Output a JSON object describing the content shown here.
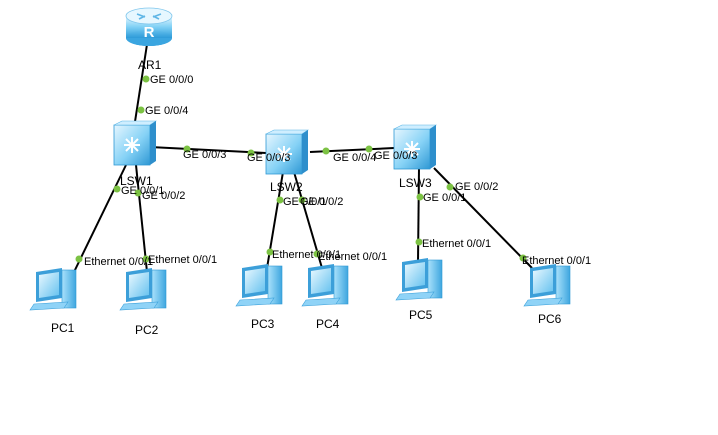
{
  "devices": {
    "ar1": {
      "label": "AR1",
      "icon": "router-icon"
    },
    "lsw1": {
      "label": "LSW1",
      "icon": "switch-icon"
    },
    "lsw2": {
      "label": "LSW2",
      "icon": "switch-icon"
    },
    "lsw3": {
      "label": "LSW3",
      "icon": "switch-icon"
    },
    "pc1": {
      "label": "PC1",
      "icon": "pc-icon"
    },
    "pc2": {
      "label": "PC2",
      "icon": "pc-icon"
    },
    "pc3": {
      "label": "PC3",
      "icon": "pc-icon"
    },
    "pc4": {
      "label": "PC4",
      "icon": "pc-icon"
    },
    "pc5": {
      "label": "PC5",
      "icon": "pc-icon"
    },
    "pc6": {
      "label": "PC6",
      "icon": "pc-icon"
    }
  },
  "router_glyph": "R",
  "ports": {
    "ar1_lsw1_a": "GE 0/0/0",
    "ar1_lsw1_b": "GE 0/0/4",
    "lsw1_lsw2_a": "GE 0/0/3",
    "lsw1_lsw2_b": "GE 0/0/3",
    "lsw2_lsw3_a": "GE 0/0/4",
    "lsw2_lsw3_b": "GE 0/0/3",
    "lsw1_pc1_a": "GE 0/0/1",
    "lsw1_pc1_b": "Ethernet 0/0/1",
    "lsw1_pc2_a": "GE 0/0/2",
    "lsw1_pc2_b": "Ethernet 0/0/1",
    "lsw2_pc3_a": "GE 0/0/1",
    "lsw2_pc3_b": "Ethernet 0/0/1",
    "lsw2_pc4_a": "GE 0/0/2",
    "lsw2_pc4_b": "Ethernet 0/0/1",
    "lsw3_pc5_a": "GE 0/0/1",
    "lsw3_pc5_b": "Ethernet 0/0/1",
    "lsw3_pc6_a": "GE 0/0/2",
    "lsw3_pc6_b": "Ethernet 0/0/1"
  },
  "colors": {
    "link": "#000000",
    "port_dot": "#7cc243",
    "device_light": "#d6f0ff",
    "device_mid": "#6cc4f2",
    "device_dark": "#1f86c8"
  }
}
